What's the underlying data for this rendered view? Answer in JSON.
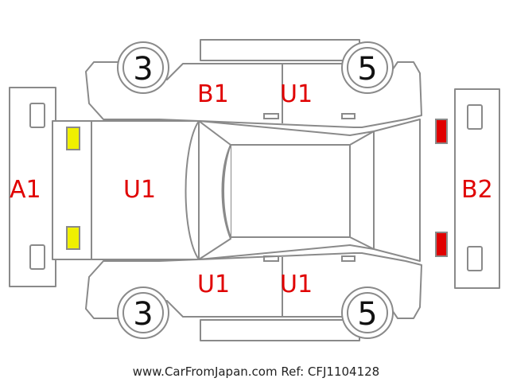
{
  "labels": {
    "front_bumper": "A1",
    "rear_bumper": "B2",
    "hood": "U1",
    "roof_left": "B1",
    "roof_right": "U1",
    "door_front_bottom": "U1",
    "door_rear_bottom": "U1"
  },
  "wheels": {
    "front_top": "3",
    "rear_top": "5",
    "front_bottom": "3",
    "rear_bottom": "5"
  },
  "colors": {
    "front_lamp": "#f0f000",
    "rear_lamp": "#e00000",
    "code_text": "#e00000",
    "outline": "#8a8a8a"
  },
  "footer": "www.CarFromJapan.com Ref: CFJ1104128"
}
